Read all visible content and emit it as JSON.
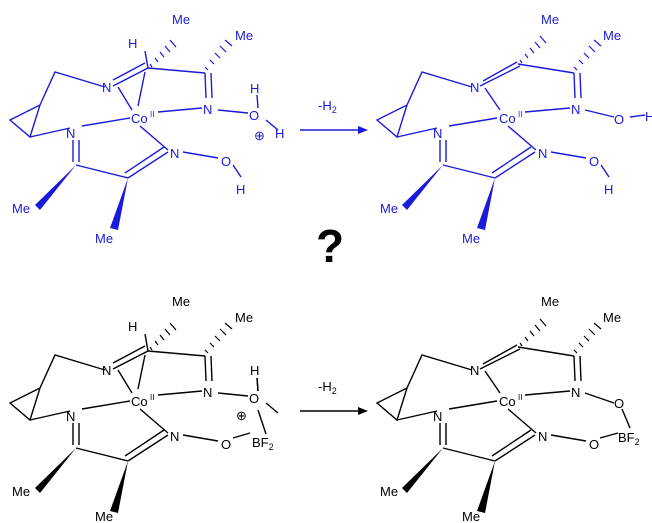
{
  "reaction_label": "-H",
  "reaction_sub": "2",
  "question_mark": "?",
  "atoms": {
    "me": "Me",
    "n": "N",
    "o": "O",
    "h": "H",
    "co": "Co",
    "co_ox": "II",
    "plus": "⊕",
    "bf": "BF",
    "bf_sub": "2"
  },
  "colors": {
    "top": "#1a1adb",
    "bottom": "#000000"
  }
}
